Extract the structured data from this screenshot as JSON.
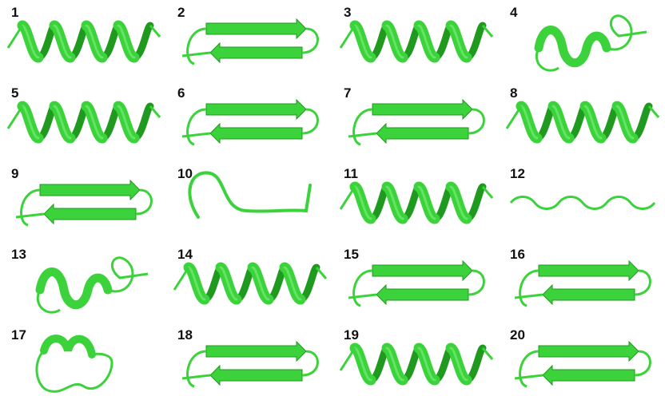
{
  "colors": {
    "ribbon": "#3bd23b",
    "ribbon_dark": "#1f9a1f",
    "ribbon_light": "#7ef07e",
    "label": "#111111"
  },
  "panels": [
    {
      "label": "1",
      "motif": "helix"
    },
    {
      "label": "2",
      "motif": "hairpin"
    },
    {
      "label": "3",
      "motif": "helix"
    },
    {
      "label": "4",
      "motif": "helix-loop"
    },
    {
      "label": "5",
      "motif": "helix"
    },
    {
      "label": "6",
      "motif": "hairpin"
    },
    {
      "label": "7",
      "motif": "hairpin"
    },
    {
      "label": "8",
      "motif": "helix"
    },
    {
      "label": "9",
      "motif": "hairpin"
    },
    {
      "label": "10",
      "motif": "coil"
    },
    {
      "label": "11",
      "motif": "helix"
    },
    {
      "label": "12",
      "motif": "coil-wave"
    },
    {
      "label": "13",
      "motif": "helix-loop"
    },
    {
      "label": "14",
      "motif": "helix"
    },
    {
      "label": "15",
      "motif": "hairpin"
    },
    {
      "label": "16",
      "motif": "hairpin"
    },
    {
      "label": "17",
      "motif": "loop"
    },
    {
      "label": "18",
      "motif": "hairpin"
    },
    {
      "label": "19",
      "motif": "helix"
    },
    {
      "label": "20",
      "motif": "hairpin"
    }
  ]
}
